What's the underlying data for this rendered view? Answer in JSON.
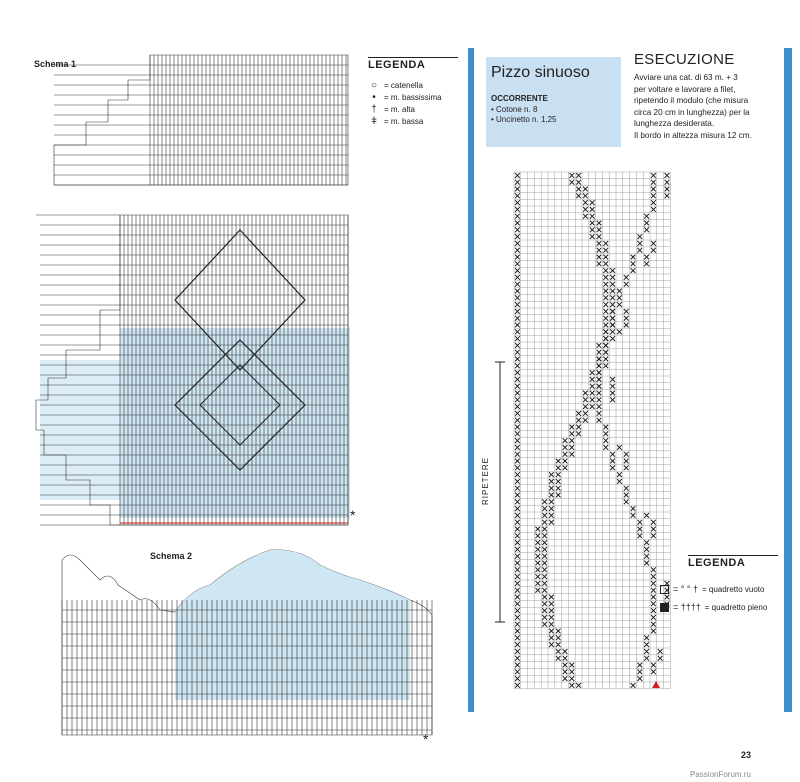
{
  "left": {
    "schema1_label": "Schema 1",
    "schema2_label": "Schema 2",
    "legend": {
      "title": "LEGENDA",
      "items": [
        {
          "symbol": "○",
          "text": "= catenella"
        },
        {
          "symbol": "•",
          "text": "= m. bassissima"
        },
        {
          "symbol": "†",
          "text": "= m. alta"
        },
        {
          "symbol": "ǂ",
          "text": "= m. bassa"
        }
      ]
    },
    "star": "*"
  },
  "right": {
    "title": "Pizzo sinuoso",
    "occorrente_heading": "OCCORRENTE",
    "occorrente_items": [
      "• Cotone n. 8",
      "• Uncinetto n. 1,25"
    ],
    "esecuzione_title": "ESECUZIONE",
    "esecuzione_lines": [
      "Avviare una cat. di 63 m. + 3",
      "per voltare e lavorare a filet,",
      "ripetendo il modulo (che misura",
      "circa 20  cm in lunghezza) per la",
      "lunghezza desiderata.",
      "Il bordo in altezza misura 12 cm."
    ],
    "ripetere": "RIPETERE",
    "legend": {
      "title": "LEGENDA",
      "items": [
        {
          "text": "= quadretto vuoto"
        },
        {
          "text": "= quadretto pieno"
        }
      ]
    }
  },
  "page_number": "23",
  "watermark": "PassionForum.ru",
  "colors": {
    "accent_blue": "#3d8fc9",
    "box_blue": "#c9dff2",
    "chart_fill": "#cfe6f3",
    "red_marker": "#d02020"
  }
}
